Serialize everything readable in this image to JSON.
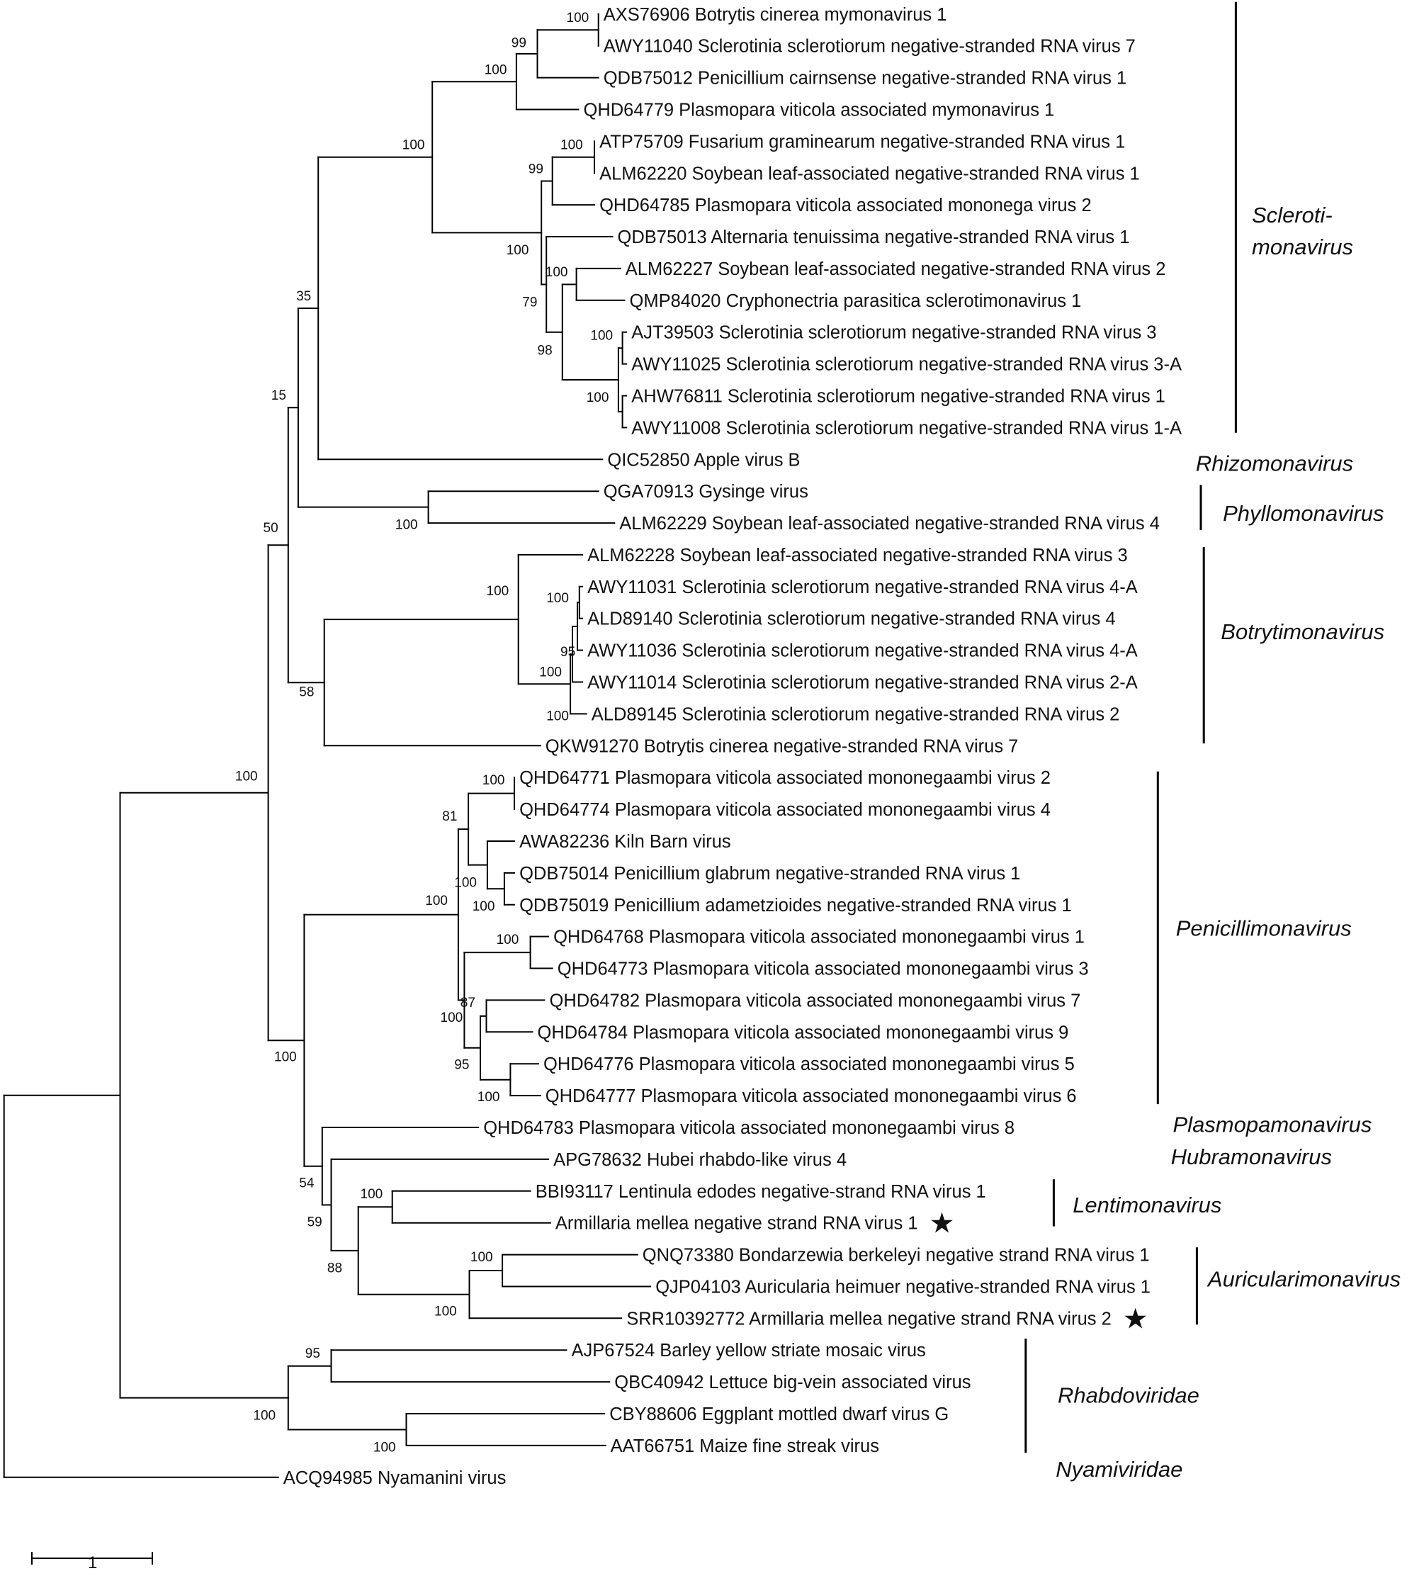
{
  "colors": {
    "line": "#000000",
    "text": "#111111",
    "background": "#ffffff"
  },
  "tips": [
    {
      "id": "t1",
      "label": "AXS76906 Botrytis cinerea mymonavirus 1"
    },
    {
      "id": "t2",
      "label": "AWY11040 Sclerotinia sclerotiorum negative-stranded RNA virus 7"
    },
    {
      "id": "t3",
      "label": "QDB75012 Penicillium cairnsense negative-stranded RNA virus 1"
    },
    {
      "id": "t4",
      "label": "QHD64779 Plasmopara viticola associated mymonavirus 1"
    },
    {
      "id": "t5",
      "label": "ATP75709 Fusarium graminearum negative-stranded RNA virus 1"
    },
    {
      "id": "t6",
      "label": "ALM62220 Soybean leaf-associated negative-stranded RNA virus 1"
    },
    {
      "id": "t7",
      "label": "QHD64785 Plasmopara viticola associated mononega virus 2"
    },
    {
      "id": "t8",
      "label": "QDB75013 Alternaria tenuissima negative-stranded RNA virus 1"
    },
    {
      "id": "t9",
      "label": "ALM62227 Soybean leaf-associated negative-stranded RNA virus 2"
    },
    {
      "id": "t10",
      "label": "QMP84020 Cryphonectria parasitica sclerotimonavirus 1"
    },
    {
      "id": "t11",
      "label": "AJT39503 Sclerotinia sclerotiorum negative-stranded RNA virus 3"
    },
    {
      "id": "t12",
      "label": "AWY11025 Sclerotinia sclerotiorum negative-stranded RNA virus 3-A"
    },
    {
      "id": "t13",
      "label": "AHW76811 Sclerotinia sclerotiorum negative-stranded RNA virus 1"
    },
    {
      "id": "t14",
      "label": "AWY11008 Sclerotinia sclerotiorum negative-stranded RNA virus 1-A"
    },
    {
      "id": "t15",
      "label": "QIC52850 Apple virus B"
    },
    {
      "id": "t16",
      "label": "QGA70913 Gysinge virus"
    },
    {
      "id": "t17",
      "label": "ALM62229 Soybean leaf-associated negative-stranded RNA virus 4"
    },
    {
      "id": "t18",
      "label": "ALM62228 Soybean leaf-associated negative-stranded RNA virus 3"
    },
    {
      "id": "t19",
      "label": "AWY11031 Sclerotinia sclerotiorum negative-stranded RNA virus 4-A"
    },
    {
      "id": "t20",
      "label": "ALD89140 Sclerotinia sclerotiorum negative-stranded RNA virus 4"
    },
    {
      "id": "t21",
      "label": "AWY11036 Sclerotinia sclerotiorum negative-stranded RNA virus 4-A"
    },
    {
      "id": "t22",
      "label": "AWY11014 Sclerotinia sclerotiorum negative-stranded RNA virus 2-A"
    },
    {
      "id": "t23",
      "label": "ALD89145 Sclerotinia sclerotiorum negative-stranded RNA virus 2"
    },
    {
      "id": "t24",
      "label": "QKW91270 Botrytis cinerea negative-stranded RNA virus 7"
    },
    {
      "id": "t25",
      "label": "QHD64771 Plasmopara viticola associated mononegaambi virus 2"
    },
    {
      "id": "t26",
      "label": "QHD64774 Plasmopara viticola associated mononegaambi virus 4"
    },
    {
      "id": "t27",
      "label": "AWA82236 Kiln Barn virus"
    },
    {
      "id": "t28",
      "label": "QDB75014 Penicillium glabrum negative-stranded RNA virus 1"
    },
    {
      "id": "t29",
      "label": "QDB75019 Penicillium adametzioides negative-stranded RNA virus 1"
    },
    {
      "id": "t30",
      "label": "QHD64768 Plasmopara viticola associated mononegaambi virus 1"
    },
    {
      "id": "t31",
      "label": "QHD64773 Plasmopara viticola associated mononegaambi virus 3"
    },
    {
      "id": "t32",
      "label": "QHD64782 Plasmopara viticola associated mononegaambi virus 7"
    },
    {
      "id": "t33",
      "label": "QHD64784 Plasmopara viticola associated mononegaambi virus 9"
    },
    {
      "id": "t34",
      "label": "QHD64776 Plasmopara viticola associated mononegaambi virus 5"
    },
    {
      "id": "t35",
      "label": "QHD64777 Plasmopara viticola associated mononegaambi virus 6"
    },
    {
      "id": "t36",
      "label": "QHD64783 Plasmopara viticola associated mononegaambi virus 8"
    },
    {
      "id": "t37",
      "label": "APG78632 Hubei rhabdo-like virus 4"
    },
    {
      "id": "t38",
      "label": "BBI93117 Lentinula edodes negative-strand RNA virus 1"
    },
    {
      "id": "t39",
      "label": "Armillaria mellea negative strand RNA virus 1",
      "star": true
    },
    {
      "id": "t40",
      "label": "QNQ73380 Bondarzewia berkeleyi negative strand RNA virus 1"
    },
    {
      "id": "t41",
      "label": "QJP04103 Auricularia heimuer negative-stranded RNA virus 1"
    },
    {
      "id": "t42",
      "label": "SRR10392772 Armillaria mellea negative strand RNA virus 2",
      "star": true
    },
    {
      "id": "t43",
      "label": "AJP67524 Barley yellow striate mosaic virus"
    },
    {
      "id": "t44",
      "label": "QBC40942 Lettuce big-vein associated virus"
    },
    {
      "id": "t45",
      "label": "CBY88606 Eggplant mottled dwarf virus G"
    },
    {
      "id": "t46",
      "label": "AAT66751 Maize fine streak virus"
    },
    {
      "id": "t47",
      "label": "ACQ94985 Nyamanini virus"
    }
  ],
  "bootstrap": [
    {
      "node": "n_t1_t2",
      "value": "100"
    },
    {
      "node": "n_12",
      "value": "99"
    },
    {
      "node": "n_123",
      "value": "100"
    },
    {
      "node": "n_scl",
      "value": "100"
    },
    {
      "node": "n_t5_t6",
      "value": "100"
    },
    {
      "node": "n_567",
      "value": "99"
    },
    {
      "node": "n_5to14",
      "value": "100"
    },
    {
      "node": "n_t9_t10",
      "value": "100"
    },
    {
      "node": "n_8to14",
      "value": "79"
    },
    {
      "node": "n_9to14",
      "value": "98"
    },
    {
      "node": "n_t11_t12",
      "value": "100"
    },
    {
      "node": "n_t13_t14",
      "value": "100"
    },
    {
      "node": "n_scl_rhizo",
      "value": "35"
    },
    {
      "node": "n_phyllo",
      "value": "100"
    },
    {
      "node": "n_upper",
      "value": "15"
    },
    {
      "node": "n_botry_in",
      "value": "100"
    },
    {
      "node": "n_19_20",
      "value": "100"
    },
    {
      "node": "n_19_21",
      "value": "95"
    },
    {
      "node": "n_19_22",
      "value": "100"
    },
    {
      "node": "n_19_23",
      "value": "100"
    },
    {
      "node": "n_botry",
      "value": "58"
    },
    {
      "node": "n_upper2",
      "value": "50"
    },
    {
      "node": "n_t25_t26",
      "value": "100"
    },
    {
      "node": "n_25to29",
      "value": "81"
    },
    {
      "node": "n_28_29",
      "value": "100"
    },
    {
      "node": "n_27to29",
      "value": "100"
    },
    {
      "node": "n_peni",
      "value": "100"
    },
    {
      "node": "n_t30_t31",
      "value": "100"
    },
    {
      "node": "n_32_33",
      "value": "87"
    },
    {
      "node": "n_30to35",
      "value": "100"
    },
    {
      "node": "n_32to35",
      "value": "95"
    },
    {
      "node": "n_t34_t35",
      "value": "100"
    },
    {
      "node": "n_lower",
      "value": "100"
    },
    {
      "node": "n_36to42",
      "value": "54"
    },
    {
      "node": "n_37to42",
      "value": "59"
    },
    {
      "node": "n_lenti",
      "value": "100"
    },
    {
      "node": "n_38to42",
      "value": "88"
    },
    {
      "node": "n_t40_t41",
      "value": "100"
    },
    {
      "node": "n_auric",
      "value": "100"
    },
    {
      "node": "n_ingroup",
      "value": "100"
    },
    {
      "node": "n_43_44",
      "value": "95"
    },
    {
      "node": "n_rhabdo",
      "value": "100"
    },
    {
      "node": "n_45_46",
      "value": "100"
    }
  ],
  "clades": [
    {
      "name": "Scleroti-\nmonavirus",
      "line1": "Scleroti-",
      "line2": "monavirus"
    },
    {
      "name": "Rhizomonavirus"
    },
    {
      "name": "Phyllomonavirus"
    },
    {
      "name": "Botrytimonavirus"
    },
    {
      "name": "Penicillimonavirus"
    },
    {
      "name": "Plasmopamonavirus"
    },
    {
      "name": "Hubramonavirus"
    },
    {
      "name": "Lentimonavirus"
    },
    {
      "name": "Auricularimonavirus"
    },
    {
      "name": "Rhabdoviridae"
    },
    {
      "name": "Nyamiviridae"
    }
  ],
  "scale_bar": {
    "label": "1",
    "value": 1
  }
}
